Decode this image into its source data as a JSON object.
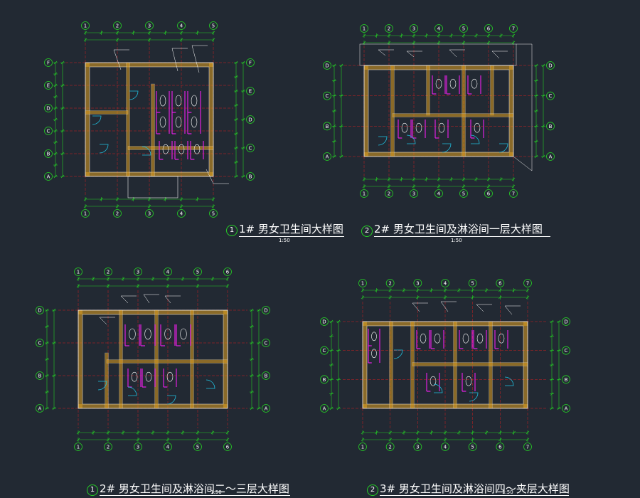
{
  "drawings": [
    {
      "number": "1",
      "title": "1# 男女卫生间大样图",
      "scale": "1:50",
      "grid_top": [
        "1",
        "2",
        "3",
        "4",
        "5"
      ],
      "grid_bottom": [
        "1",
        "2",
        "3",
        "4",
        "5"
      ],
      "grid_left": [
        "F",
        "E",
        "D",
        "C",
        "B",
        "A"
      ],
      "grid_right": [
        "F",
        "E",
        "D",
        "C",
        "B"
      ]
    },
    {
      "number": "2",
      "title": "2# 男女卫生间及淋浴间一层大样图",
      "scale": "1:50",
      "grid_top": [
        "1",
        "2",
        "3",
        "4",
        "5",
        "6",
        "7"
      ],
      "grid_bottom": [
        "1",
        "2",
        "3",
        "4",
        "5",
        "6",
        "7"
      ],
      "grid_left": [
        "D",
        "C",
        "B",
        "A"
      ],
      "grid_right": [
        "D",
        "C",
        "B",
        "A"
      ]
    },
    {
      "number": "1",
      "title": "2# 男女卫生间及淋浴间二～三层大样图",
      "scale": "1:50",
      "grid_top": [
        "1",
        "2",
        "3",
        "4",
        "5",
        "6"
      ],
      "grid_bottom": [
        "1",
        "2",
        "3",
        "4",
        "5",
        "6"
      ],
      "grid_left": [
        "D",
        "C",
        "B",
        "A"
      ],
      "grid_right": [
        "D",
        "C",
        "B",
        "A"
      ]
    },
    {
      "number": "2",
      "title": "3# 男女卫生间及淋浴间四～夹层大样图",
      "scale": "1:50",
      "grid_top": [
        "1",
        "2",
        "3",
        "4",
        "5",
        "6",
        "7"
      ],
      "grid_bottom": [
        "1",
        "2",
        "3",
        "4",
        "5",
        "6",
        "7"
      ],
      "grid_left": [
        "D",
        "C",
        "B",
        "A"
      ],
      "grid_right": [
        "D",
        "C",
        "B",
        "A"
      ]
    }
  ],
  "colors": {
    "background": "#222933",
    "dimension": "#25d025",
    "wall_hatch": "#e0a020",
    "wall_line": "#f0f0f0",
    "axis": "#d02020",
    "fixture": "#e020e0",
    "door": "#20c0e0",
    "text": "#ffffff"
  }
}
